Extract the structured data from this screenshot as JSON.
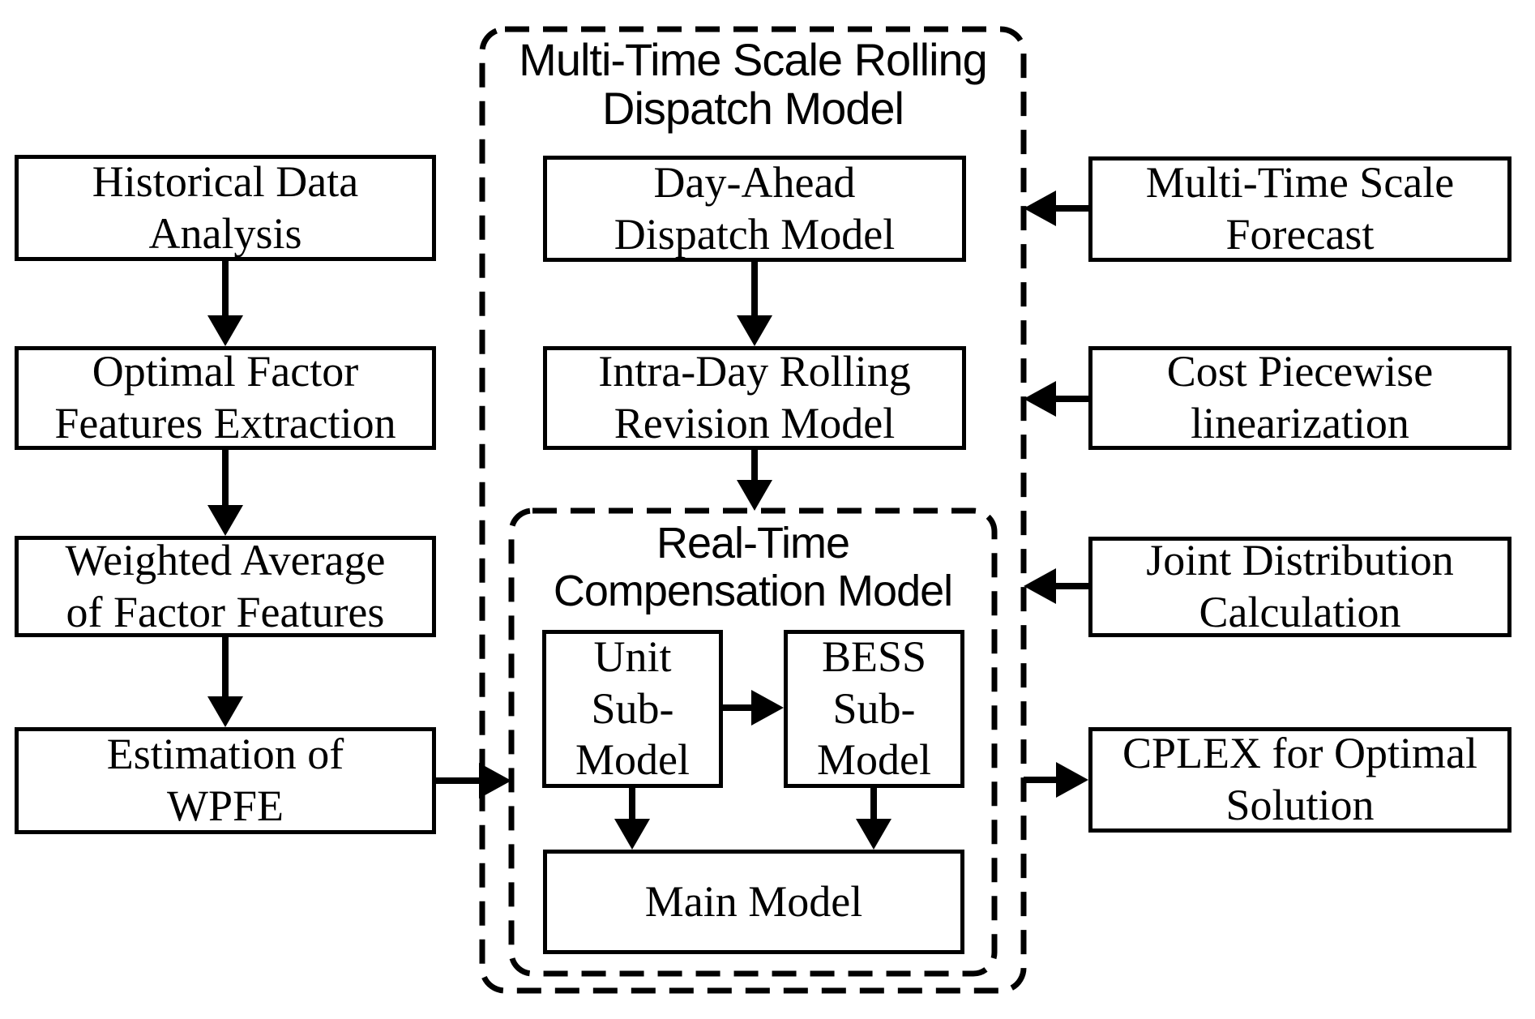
{
  "page": {
    "background": "#ffffff",
    "ink": "#000000"
  },
  "diagram": {
    "groups": {
      "dispatch_title": "Multi-Time Scale Rolling\nDispatch Model",
      "realtime_title": "Real-Time\nCompensation Model"
    },
    "nodes": {
      "historical": "Historical Data\nAnalysis",
      "optimal": "Optimal Factor\nFeatures Extraction",
      "weighted": "Weighted Average\nof Factor Features",
      "estimation": "Estimation of\nWPFE",
      "day_ahead": "Day-Ahead\nDispatch Model",
      "intra_day": "Intra-Day Rolling\nRevision Model",
      "unit": "Unit\nSub-\nModel",
      "bess": "BESS\nSub-\nModel",
      "main": "Main Model",
      "forecast": "Multi-Time Scale\nForecast",
      "cost": "Cost Piecewise\nlinearization",
      "joint": "Joint Distribution\nCalculation",
      "cplex": "CPLEX for Optimal\nSolution"
    }
  }
}
